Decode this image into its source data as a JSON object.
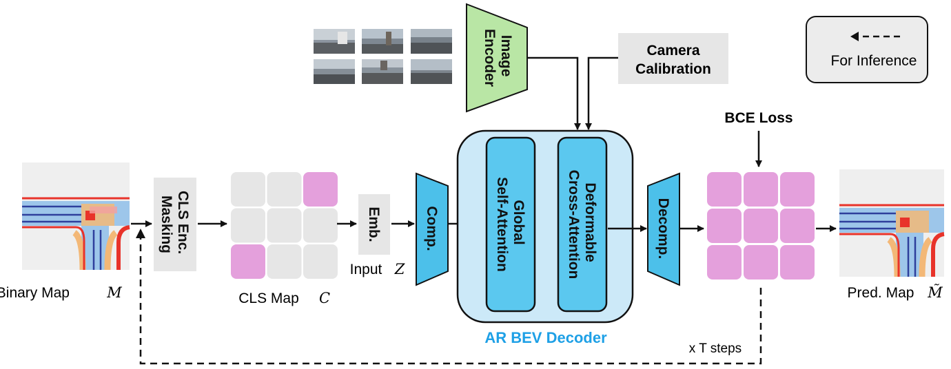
{
  "image_encoder": {
    "line1": "Image",
    "line2": "Encoder"
  },
  "camera_calibration": {
    "line1": "Camera",
    "line2": "Calibration"
  },
  "legend": {
    "label": "For Inference"
  },
  "bce_loss": "BCE Loss",
  "binary_map_caption": "Binary Map",
  "binary_map_symbol": "M",
  "cls_enc": {
    "line1": "CLS Enc.",
    "line2": "Masking"
  },
  "cls_map_caption": "CLS Map",
  "cls_map_symbol": "C",
  "emb_label": "Emb.",
  "input_caption": "Input",
  "input_symbol": "Z",
  "comp_label": "Comp.",
  "global_attention": {
    "line1": "Global",
    "line2": "Self-Attention"
  },
  "deformable_attention": {
    "line1": "Deformable",
    "line2": "Cross-Attention"
  },
  "decomp_label": "Decomp.",
  "decoder_label": "AR BEV Decoder",
  "pred_map_caption": "Pred. Map",
  "pred_map_symbol": "M̃",
  "steps_label": "x T steps",
  "colors": {
    "encoder_green": "#b9e6a5",
    "calibration_gray": "#e6e6e6",
    "decoder_outer": "#cce9f8",
    "attention_blue": "#5bc8ef",
    "comp_blue": "#4cc0ea",
    "cls_pink": "#e4a0dc",
    "cls_gray": "#e6e6e6",
    "decoder_text_blue": "#1ea0e6",
    "road_red": "#e8332a",
    "lane_blue": "#2e3f9c",
    "road_light_blue": "#9dc6ea",
    "road_orange": "#f3b877"
  },
  "cls_grid_pattern": [
    "gray",
    "gray",
    "pink",
    "gray",
    "gray",
    "gray",
    "pink",
    "gray",
    "gray"
  ],
  "pred_grid_pattern": [
    "pink",
    "pink",
    "pink",
    "pink",
    "pink",
    "pink",
    "pink",
    "pink",
    "pink"
  ]
}
